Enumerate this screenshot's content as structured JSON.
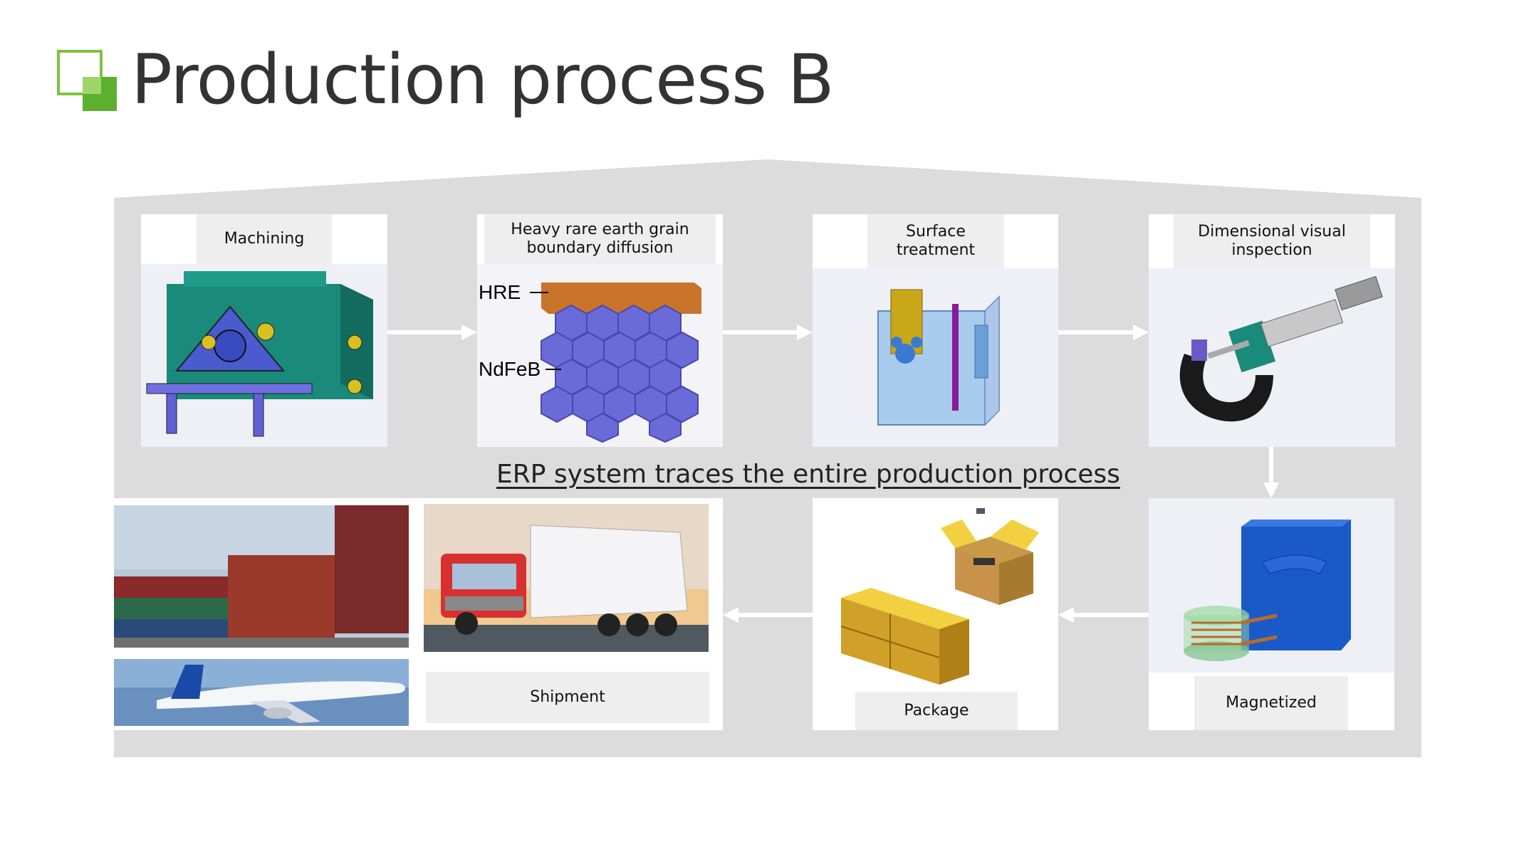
{
  "title": "Production process B",
  "erp_caption": "ERP system traces the entire production process",
  "steps": {
    "machining": "Machining",
    "diffusion": "Heavy rare earth grain boundary diffusion",
    "surface": "Surface treatment",
    "inspection": "Dimensional visual inspection",
    "magnetized": "Magnetized",
    "package": "Package",
    "shipment": "Shipment"
  },
  "diffusion_labels": {
    "hre": "HRE",
    "ndfeb": "NdFeB"
  },
  "colors": {
    "accent_green": "#7dc242",
    "panel_gray": "#dcdcdc",
    "label_gray": "#eeeeee"
  }
}
